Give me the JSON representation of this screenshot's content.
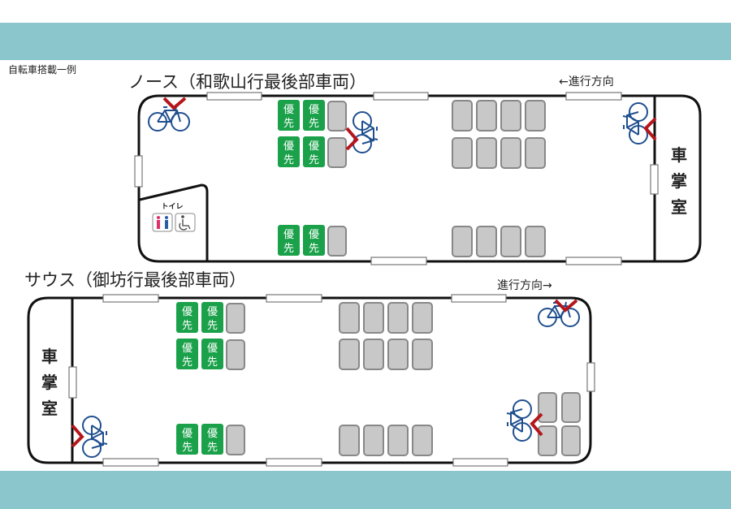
{
  "colors": {
    "band": "#8ac6cb",
    "priority": "#1aa14a",
    "bike": "#1f4f8f",
    "stop": "#b5161c"
  },
  "caption": "自転車搭載一例",
  "north": {
    "title": "ノース（和歌山行最後部車両）",
    "direction": "←進行方向",
    "cab": [
      "車",
      "掌",
      "室"
    ],
    "toilet_label": "トイレ",
    "priority_seat": [
      "優",
      "先"
    ]
  },
  "south": {
    "title": "サウス（御坊行最後部車両）",
    "direction": "進行方向→",
    "cab": [
      "車",
      "掌",
      "室"
    ],
    "priority_seat": [
      "優",
      "先"
    ]
  }
}
